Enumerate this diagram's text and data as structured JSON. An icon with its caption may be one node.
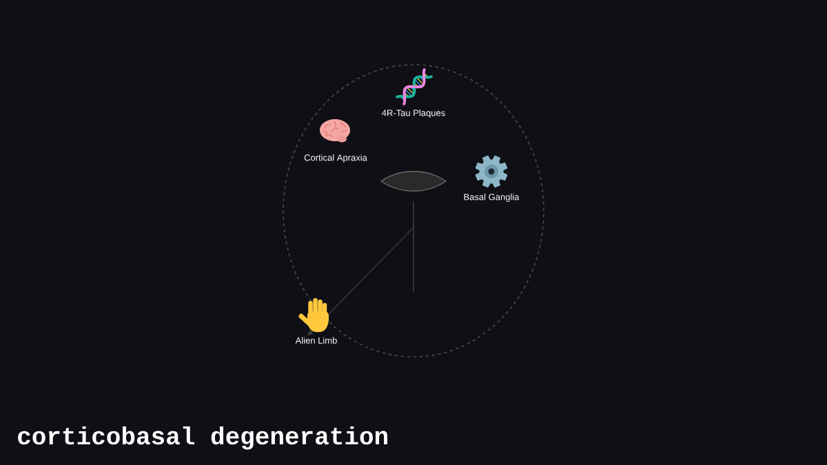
{
  "diagram": {
    "title": "corticobasal degeneration",
    "nodes": [
      {
        "text": [
          "4R-Tau Plaques"
        ]
      },
      {
        "text": [
          "Cortical Apraxia"
        ]
      },
      {
        "text": [
          "Basal Ganglia"
        ]
      },
      {
        "text": [],
        "shape": "lens"
      },
      {
        "text": [
          "Alien Limb"
        ]
      }
    ],
    "edges": [
      {
        "from": null,
        "to": 4,
        "arrow": "to"
      }
    ]
  }
}
